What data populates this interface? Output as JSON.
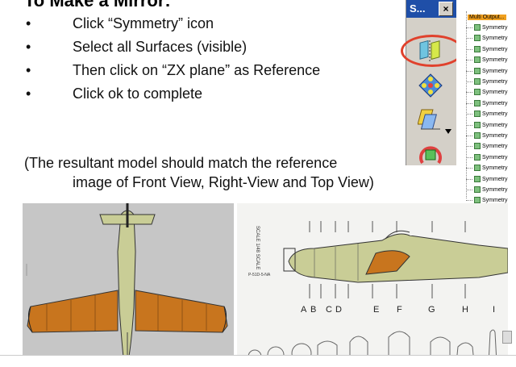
{
  "heading": "To Make a Mirror:",
  "steps": [
    {
      "bullet": "•",
      "text": "Click “Symmetry” icon"
    },
    {
      "bullet": "•",
      "text": "Select all Surfaces (visible)"
    },
    {
      "bullet": "•",
      "text": "Then click on “ZX plane” as Reference"
    },
    {
      "bullet": "•",
      "text": "Click ok to complete"
    }
  ],
  "note": {
    "line1": "(The resultant model should match the reference",
    "line2": "image of Front View, Right-View and Top View)"
  },
  "toolbar": {
    "title": "S...",
    "close": "×",
    "icons": [
      "symmetry-icon",
      "pattern-icon",
      "transform-icon",
      "rotate-icon"
    ]
  },
  "tree": {
    "root": "Multi Output...",
    "items": [
      "Symmetry",
      "Symmetry",
      "Symmetry",
      "Symmetry",
      "Symmetry",
      "Symmetry",
      "Symmetry",
      "Symmetry",
      "Symmetry",
      "Symmetry",
      "Symmetry",
      "Symmetry",
      "Symmetry",
      "Symmetry",
      "Symmetry",
      "Symmetry",
      "Symmetry"
    ]
  },
  "drawing": {
    "scale_label": "SCALE 1/48 SCALE",
    "part_label": "P-51D-5-NA",
    "stations": [
      "A",
      "B",
      "C",
      "D",
      "E",
      "F",
      "G",
      "H",
      "I"
    ]
  },
  "colors": {
    "wing_fill": "#c8751e",
    "fuselage_fill": "#c9cd96",
    "highlight": "#e0412c"
  }
}
